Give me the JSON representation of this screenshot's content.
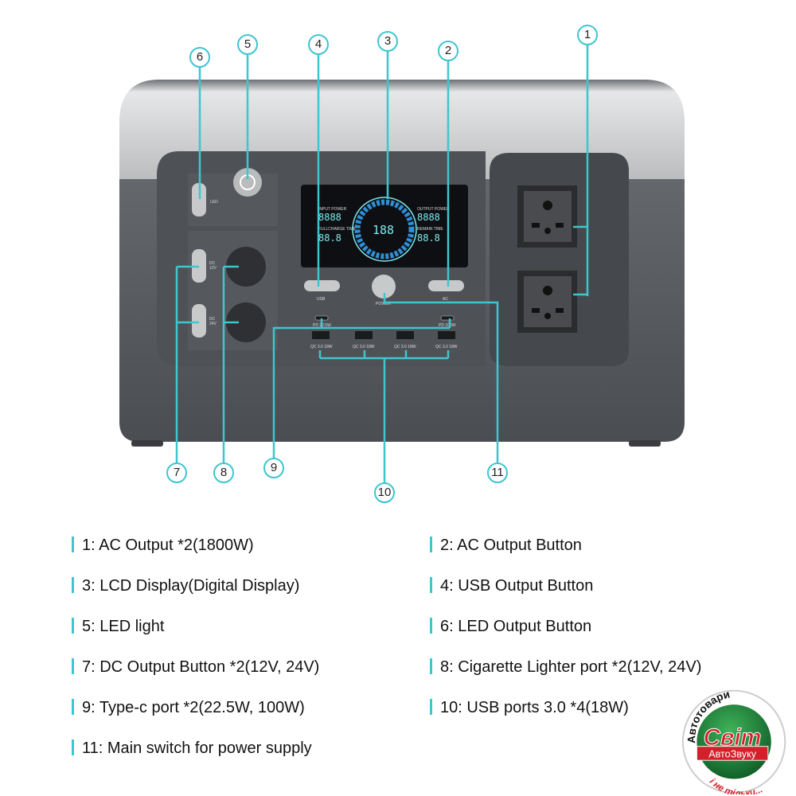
{
  "device": {
    "lcd": {
      "battery_percent": "188",
      "input_power_label": "INPUT POWER",
      "input_power_value": "8888",
      "full_charge_label": "FULLCHARGE TIME",
      "full_charge_value": "88.8",
      "output_power_label": "OUTPUT POWER",
      "output_power_value": "8888",
      "remain_time_label": "REMAIN TIME",
      "remain_time_value": "88.8"
    },
    "button_labels": {
      "usb": "USB",
      "power": "POWER",
      "ac": "AC",
      "led": "LED",
      "dc12": "DC 12V",
      "dc24": "DC 24V"
    },
    "port_labels": {
      "pd_left": "PD 22.5W",
      "pd_right": "PD 100W",
      "qc": "QC 3.0 18W"
    }
  },
  "callouts": [
    "1",
    "2",
    "3",
    "4",
    "5",
    "6",
    "7",
    "8",
    "9",
    "10",
    "11"
  ],
  "legend": {
    "left": [
      "1: AC Output *2(1800W)",
      "3: LCD Display(Digital Display)",
      "5: LED light",
      "7: DC Output Button *2(12V, 24V)",
      "9: Type-c port *2(22.5W, 100W)",
      "11: Main switch for power supply"
    ],
    "right": [
      "2: AC Output Button",
      "4: USB Output Button",
      "6: LED Output Button",
      "8: Cigarette Lighter port *2(12V, 24V)",
      "10: USB ports 3.0 *4(18W)"
    ]
  },
  "logo": {
    "top_arc": "Автотовари",
    "main": "Світ",
    "sub": "АвтоЗвуку",
    "bottom_arc": "і не тільки..."
  },
  "colors": {
    "accent": "#3ec6cf",
    "body": "#5a5d62",
    "lid": "#c9cbcd",
    "logo_green": "#1e8a3c",
    "logo_red": "#d3202a"
  }
}
